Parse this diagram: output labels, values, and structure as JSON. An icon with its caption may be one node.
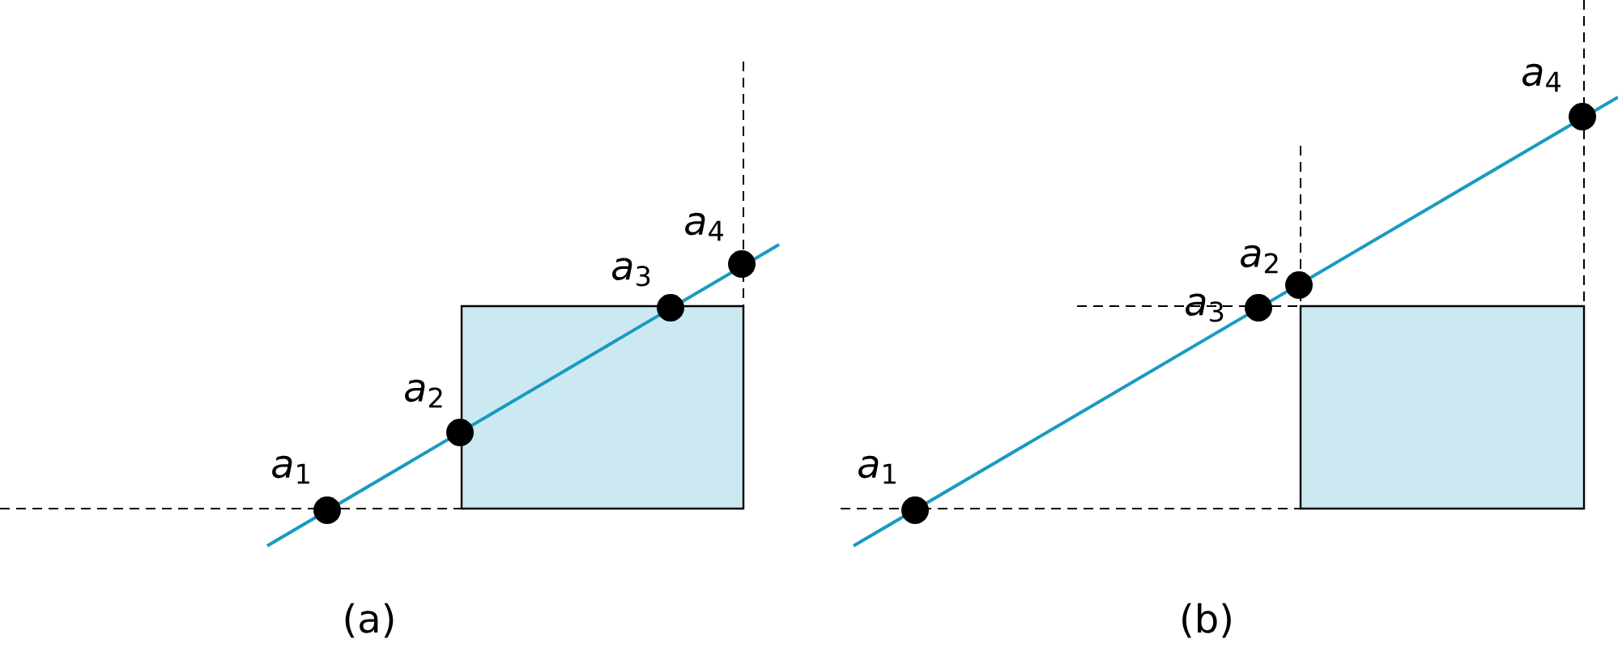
{
  "diagram": {
    "nodes": [
      {
        "text": [],
        "shape": "box"
      },
      {
        "text": [],
        "shape": "box"
      }
    ],
    "labels": [
      "*a*$_{1}$",
      "*a*$_{2}$",
      "*a*$_{3}$",
      "*a*$_{4}$",
      "(a)",
      "*a*$_{1}$",
      "*a*$_{3}$",
      "*a*$_{2}$",
      "*a*$_{4}$",
      "(b)"
    ]
  }
}
